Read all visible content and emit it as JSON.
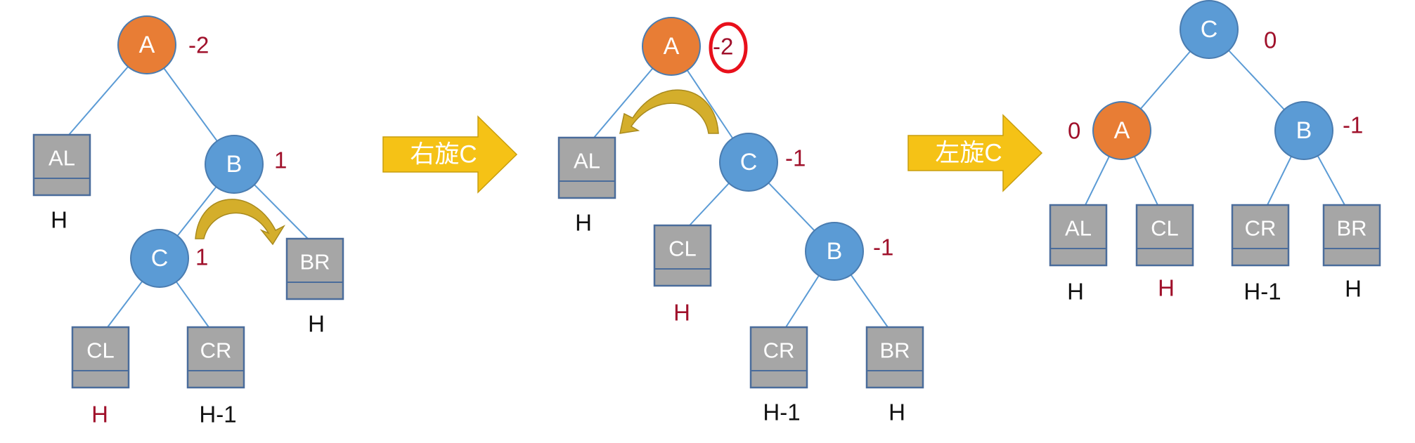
{
  "colors": {
    "node_a": "#E87D35",
    "node_blue": "#5B9BD5",
    "node_stroke": "#4A7CB0",
    "box_fill": "#A6A6A6",
    "box_stroke": "#4A6C9B",
    "edge": "#5B9BD5",
    "dark_red": "#A0112B",
    "black": "#111111",
    "arrow_fill": "#F5C216",
    "curve_fill": "#D4AE2B",
    "circle_highlight": "#E8101B"
  },
  "diagrams": [
    {
      "nodes": [
        {
          "id": "A",
          "label": "A",
          "kind": "orange",
          "balance": "-2",
          "balance_color": "dark_red"
        },
        {
          "id": "B",
          "label": "B",
          "kind": "blue",
          "balance": "1",
          "balance_color": "dark_red"
        },
        {
          "id": "C",
          "label": "C",
          "kind": "blue",
          "balance": "1",
          "balance_color": "dark_red"
        }
      ],
      "subtrees": [
        {
          "id": "AL",
          "label": "AL",
          "height": "H",
          "height_color": "black"
        },
        {
          "id": "BR",
          "label": "BR",
          "height": "H",
          "height_color": "black"
        },
        {
          "id": "CL",
          "label": "CL",
          "height": "H",
          "height_color": "dark_red"
        },
        {
          "id": "CR",
          "label": "CR",
          "height": "H-1",
          "height_color": "black"
        }
      ]
    },
    {
      "nodes": [
        {
          "id": "A",
          "label": "A",
          "kind": "orange",
          "balance": "-2",
          "balance_color": "dark_red",
          "highlighted": true
        },
        {
          "id": "C",
          "label": "C",
          "kind": "blue",
          "balance": "-1",
          "balance_color": "dark_red"
        },
        {
          "id": "B",
          "label": "B",
          "kind": "blue",
          "balance": "-1",
          "balance_color": "dark_red"
        }
      ],
      "subtrees": [
        {
          "id": "AL",
          "label": "AL",
          "height": "H",
          "height_color": "black"
        },
        {
          "id": "CL",
          "label": "CL",
          "height": "H",
          "height_color": "dark_red"
        },
        {
          "id": "CR",
          "label": "CR",
          "height": "H-1",
          "height_color": "black"
        },
        {
          "id": "BR",
          "label": "BR",
          "height": "H",
          "height_color": "black"
        }
      ]
    },
    {
      "nodes": [
        {
          "id": "C",
          "label": "C",
          "kind": "blue",
          "balance": "0",
          "balance_color": "dark_red"
        },
        {
          "id": "A",
          "label": "A",
          "kind": "orange",
          "balance": "0",
          "balance_color": "dark_red"
        },
        {
          "id": "B",
          "label": "B",
          "kind": "blue",
          "balance": "-1",
          "balance_color": "dark_red"
        }
      ],
      "subtrees": [
        {
          "id": "AL",
          "label": "AL",
          "height": "H",
          "height_color": "black"
        },
        {
          "id": "CL",
          "label": "CL",
          "height": "H",
          "height_color": "dark_red"
        },
        {
          "id": "CR",
          "label": "CR",
          "height": "H-1",
          "height_color": "black"
        },
        {
          "id": "BR",
          "label": "BR",
          "height": "H",
          "height_color": "black"
        }
      ]
    }
  ],
  "arrows": [
    {
      "label": "右旋C"
    },
    {
      "label": "左旋C"
    }
  ]
}
